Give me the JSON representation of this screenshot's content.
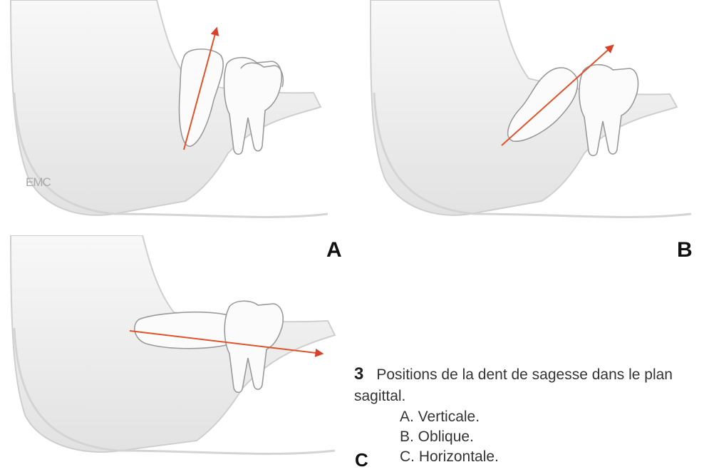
{
  "watermark": "EMC",
  "panels": [
    {
      "letter": "A",
      "arrow_color": "#e0522a"
    },
    {
      "letter": "B",
      "arrow_color": "#e0522a"
    },
    {
      "letter": "C",
      "arrow_color": "#e0522a"
    }
  ],
  "caption": {
    "figure_number": "3",
    "text": "Positions de la dent de sagesse dans le plan sagittal.",
    "items": [
      "A. Verticale.",
      "B. Oblique.",
      "C. Horizontale."
    ]
  },
  "colors": {
    "bone_fill": "#f3f3f3",
    "bone_shadow": "#d9d9d9",
    "tooth_fill": "#fbfbfb",
    "tooth_outline": "#9a9a9a",
    "arrow": "#e0522a"
  }
}
